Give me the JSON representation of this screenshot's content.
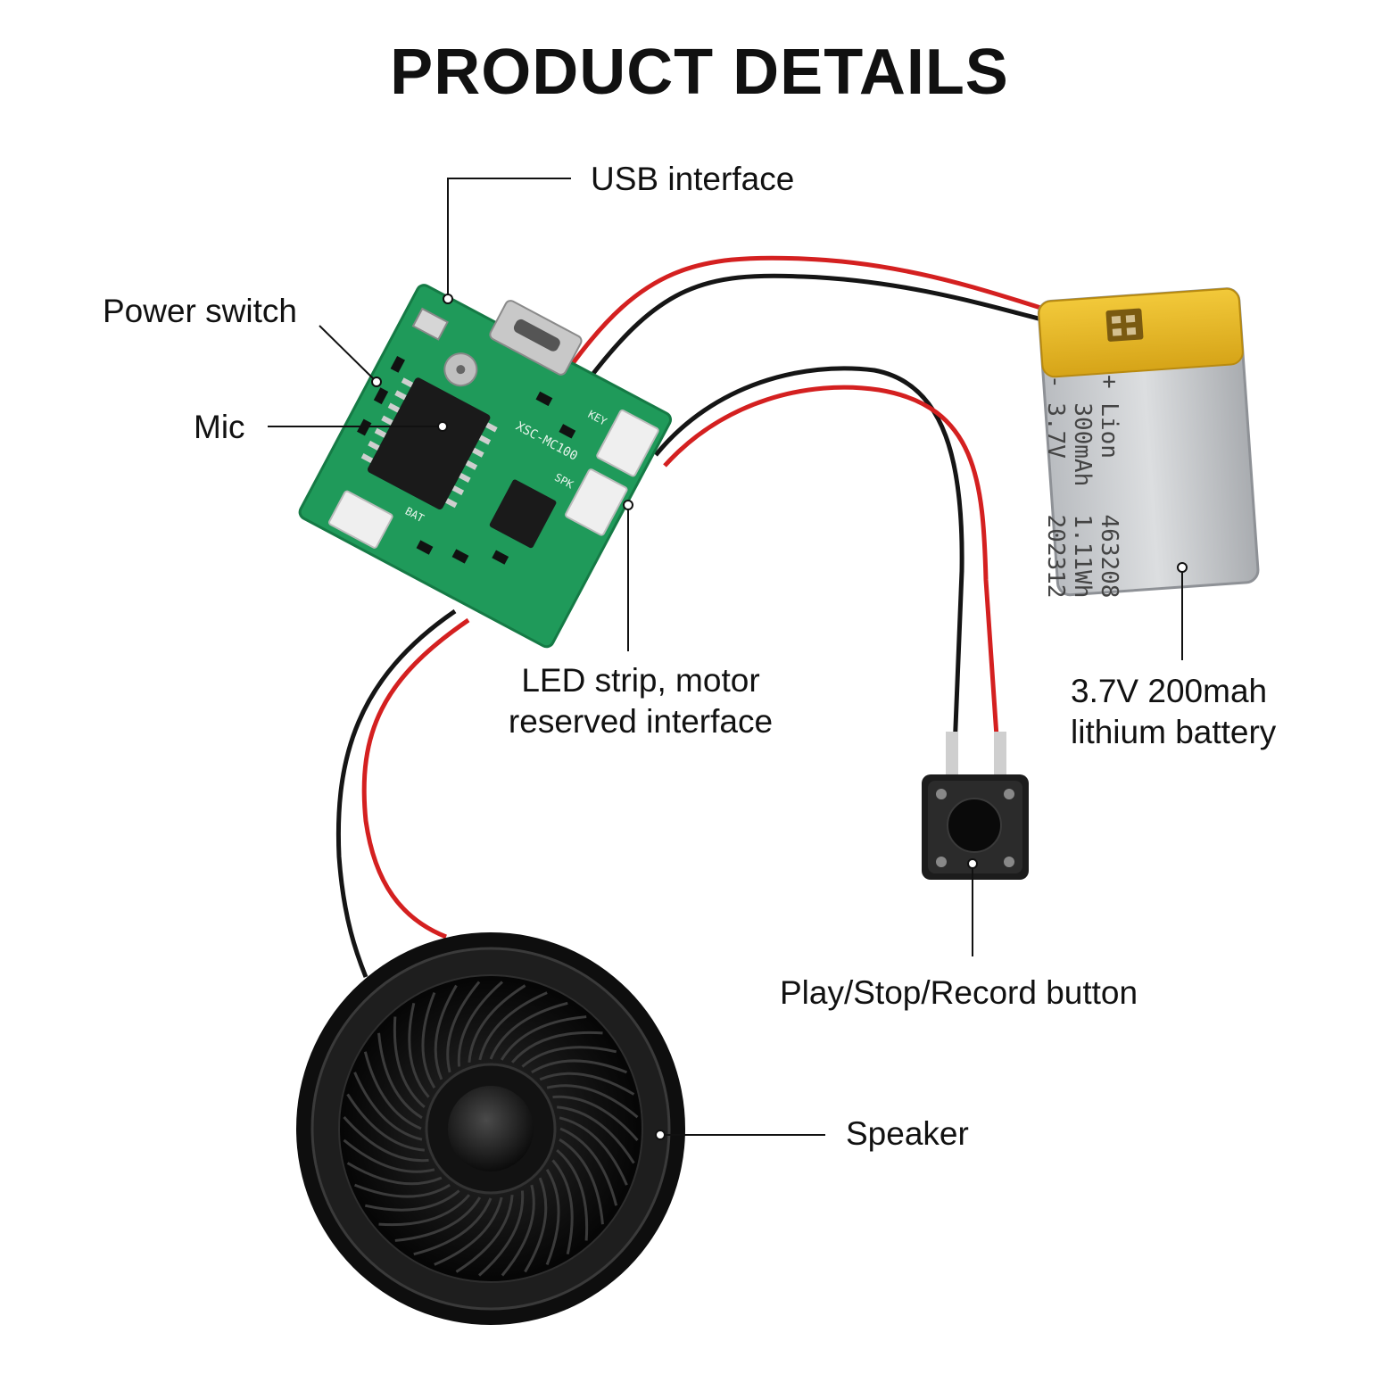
{
  "title": "PRODUCT DETAILS",
  "labels": {
    "usb": "USB interface",
    "power_switch": "Power switch",
    "mic": "Mic",
    "led_line1": "LED strip, motor",
    "led_line2": "reserved interface",
    "battery_line1": "3.7V 200mah",
    "battery_line2": "lithium battery",
    "button": "Play/Stop/Record button",
    "speaker": "Speaker"
  },
  "battery_print": {
    "line1": "+ Lion    463208",
    "line2": "  300mAh  1.11Wh",
    "line3": "- 3.7V    202312"
  },
  "pcb_print": {
    "model": "XSC-MC100",
    "spk": "SPK",
    "key": "KEY",
    "bat": "BAT"
  },
  "colors": {
    "pcb": "#1f9a5a",
    "wire_red": "#d42020",
    "wire_black": "#151515",
    "battery_wrap": "#e8b820",
    "battery_body": "#c9ccd0",
    "speaker": "#1c1c1c"
  }
}
